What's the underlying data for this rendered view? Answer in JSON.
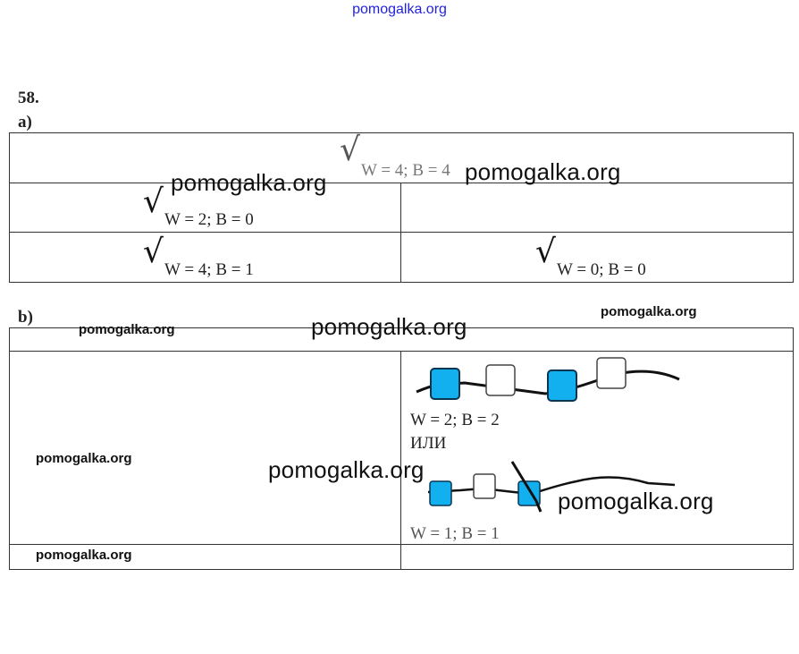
{
  "header": {
    "site_link": "pomogalka.org"
  },
  "problem": {
    "number": "58.",
    "part_a": {
      "label": "a)",
      "cells": [
        {
          "check": "√",
          "text": "W = 4; B = 4"
        },
        {
          "check": "√",
          "text": "W = 2; B = 0"
        },
        {
          "check": "√",
          "text": "W = 4; B = 1"
        },
        {
          "check": "√",
          "text": "W = 0; B = 0"
        }
      ]
    },
    "part_b": {
      "label": "b)",
      "answer1": "W = 2; B = 2",
      "or_label": "ИЛИ",
      "answer2": "W = 1; B = 1",
      "colors": {
        "blue_bead": "#12b0ee",
        "white_bead": "#ffffff"
      }
    }
  },
  "watermarks": [
    "pomogalka.org",
    "pomogalka.org",
    "pomogalka.org",
    "pomogalka.org",
    "pomogalka.org",
    "pomogalka.org",
    "pomogalka.org",
    "pomogalka.org",
    "pomogalka.org",
    "pomogalka.org"
  ]
}
